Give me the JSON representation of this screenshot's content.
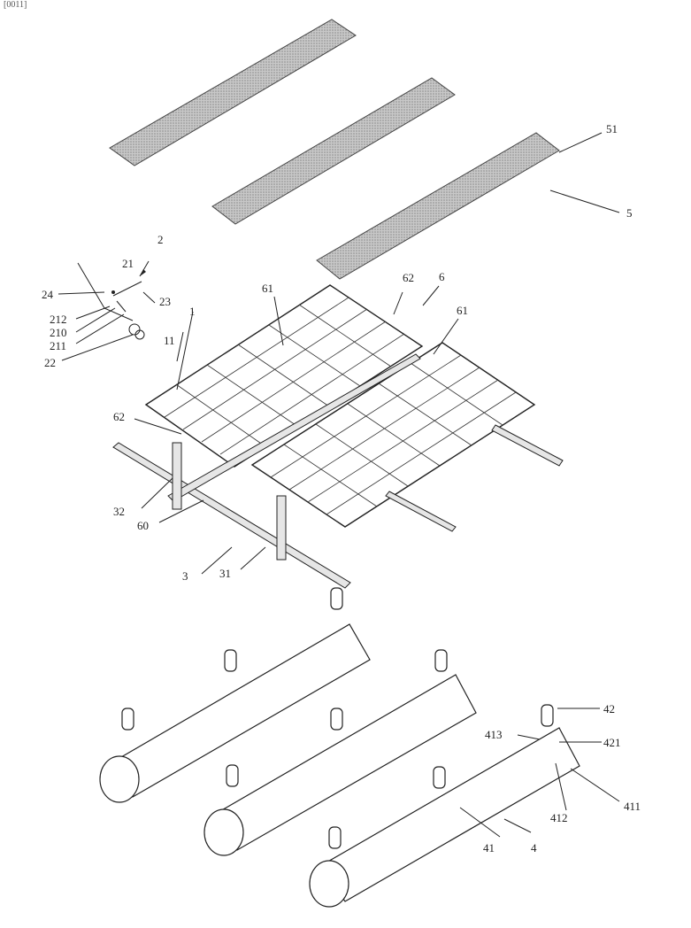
{
  "header": {
    "tag": "[0011]"
  },
  "labels": {
    "l51": "51",
    "l5": "5",
    "l2": "2",
    "l21": "21",
    "l24": "24",
    "l23": "23",
    "l212": "212",
    "l210": "210",
    "l211": "211",
    "l22": "22",
    "l1": "1",
    "l11": "11",
    "l61a": "61",
    "l62a": "62",
    "l6": "6",
    "l61b": "61",
    "l62b": "62",
    "l32": "32",
    "l60": "60",
    "l3": "3",
    "l31": "31",
    "l42": "42",
    "l413": "413",
    "l421": "421",
    "l411": "411",
    "l412": "412",
    "l41": "41",
    "l4": "4"
  }
}
